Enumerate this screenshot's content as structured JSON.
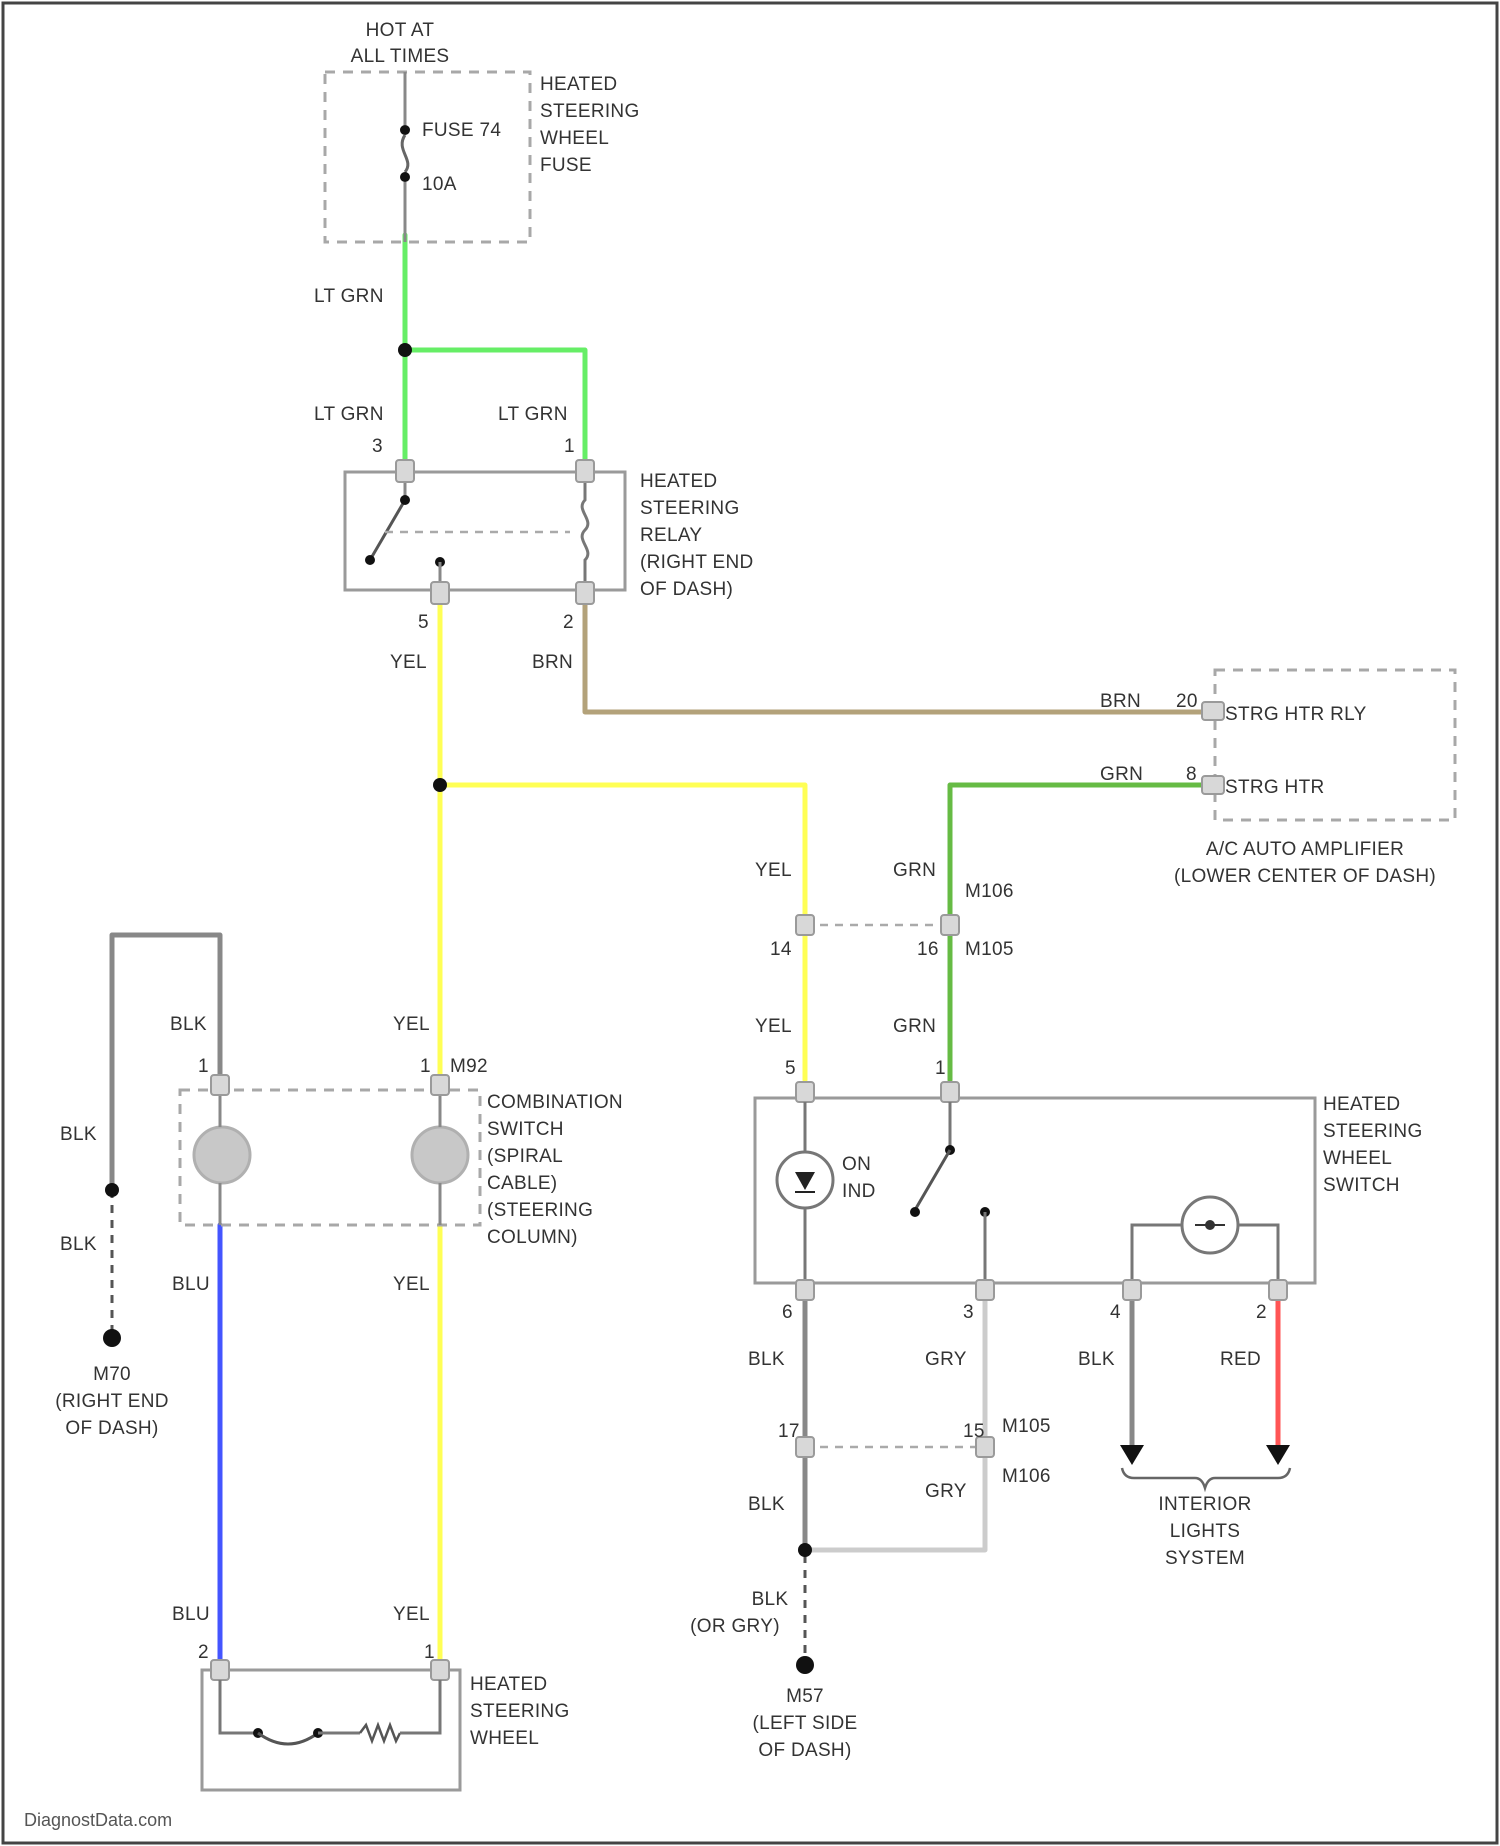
{
  "colors": {
    "lt_grn": "#66ee66",
    "yel": "#ffff55",
    "brn": "#b3a27a",
    "grn": "#66bb44",
    "blu": "#4455ff",
    "blk": "#888888",
    "gry": "#cccccc",
    "red": "#ff5555"
  },
  "labels": {
    "hot_at": "HOT AT",
    "all_times": "ALL TIMES",
    "fuse_title": [
      "HEATED",
      "STEERING",
      "WHEEL",
      "FUSE"
    ],
    "fuse_num": "FUSE 74",
    "fuse_amp": "10A",
    "lt_grn": "LT GRN",
    "pin_3": "3",
    "pin_1": "1",
    "pin_5": "5",
    "pin_2": "2",
    "relay_title": [
      "HEATED",
      "STEERING",
      "RELAY",
      "(RIGHT END",
      "OF DASH)"
    ],
    "yel": "YEL",
    "brn": "BRN",
    "grn": "GRN",
    "blk": "BLK",
    "blu": "BLU",
    "gry": "GRY",
    "red": "RED",
    "pin_20": "20",
    "pin_8": "8",
    "strg_htr_rly": "STRG HTR RLY",
    "strg_htr": "STRG HTR",
    "amp_title": [
      "A/C AUTO AMPLIFIER",
      "(LOWER CENTER OF DASH)"
    ],
    "m106": "M106",
    "m105": "M105",
    "pin_14": "14",
    "pin_16": "16",
    "pin_1b": "1",
    "m92": "M92",
    "combo_title": [
      "COMBINATION",
      "SWITCH",
      "(SPIRAL",
      "CABLE)",
      "(STEERING",
      "COLUMN)"
    ],
    "hsw_title": [
      "HEATED",
      "STEERING",
      "WHEEL",
      "SWITCH"
    ],
    "on_ind": [
      "ON",
      "IND"
    ],
    "pin_6": "6",
    "pin_3b": "3",
    "pin_4": "4",
    "pin_2b": "2",
    "pin_17": "17",
    "pin_15": "15",
    "m105b": "M105",
    "m106b": "M106",
    "interior": [
      "INTERIOR",
      "LIGHTS",
      "SYSTEM"
    ],
    "ground_m70": [
      "M70",
      "(RIGHT END",
      "OF DASH)"
    ],
    "blk_or_gry": [
      "BLK",
      "(OR GRY)"
    ],
    "ground_m57": [
      "M57",
      "(LEFT SIDE",
      "OF DASH)"
    ],
    "pin_2c": "2",
    "pin_1c": "1",
    "wheel_title": [
      "HEATED",
      "STEERING",
      "WHEEL"
    ],
    "watermark": "DiagnostData.com"
  }
}
